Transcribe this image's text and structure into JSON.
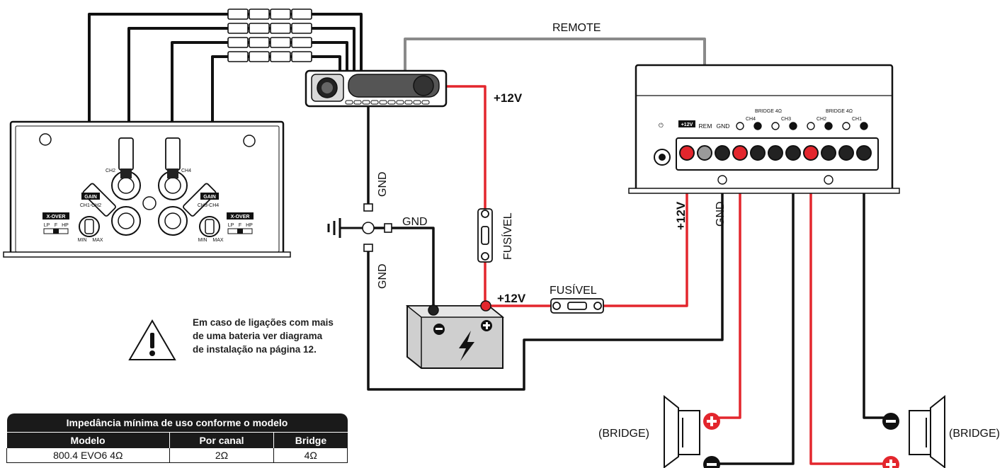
{
  "labels": {
    "remote": "REMOTE",
    "plus12v_a": "+12V",
    "plus12v_b": "+12V",
    "plus12v_c": "+12V",
    "gnd_a": "GND",
    "gnd_b": "GND",
    "gnd_c": "GND",
    "gnd_d": "GND",
    "fusivel_a": "FUSÍVEL",
    "fusivel_b": "FUSÍVEL",
    "bridge_left": "(BRIDGE)",
    "bridge_right": "(BRIDGE)"
  },
  "amp_left": {
    "ch2": "CH2",
    "ch4": "CH4",
    "gain_left": "GAIN",
    "gain_right": "GAIN",
    "ch1_ch2": "CH1-CH2",
    "ch3_ch4": "CH3-CH4",
    "xover_left": "X-OVER",
    "xover_right": "X-OVER",
    "lp": "LP",
    "f": "F",
    "hp": "HP",
    "min": "MIN",
    "max": "MAX"
  },
  "amp_right": {
    "plus12v": "+12V",
    "rem": "REM",
    "gnd": "GND",
    "bridge_a": "BRIDGE 4Ω",
    "bridge_b": "BRIDGE 4Ω",
    "ch4": "CH4",
    "ch3": "CH3",
    "ch2": "CH2",
    "ch1": "CH1"
  },
  "warning": {
    "line1": "Em caso de ligações com mais",
    "line2": "de uma bateria ver diagrama",
    "line3": "de instalação na página 12."
  },
  "table": {
    "caption": "Impedância mínima de uso conforme o modelo",
    "headers": [
      "Modelo",
      "Por canal",
      "Bridge"
    ],
    "rows": [
      [
        "800.4 EVO6  4Ω",
        "2Ω",
        "4Ω"
      ]
    ]
  },
  "colors": {
    "power": "#e3262d",
    "ground": "#111111",
    "remote": "#8a8a8a"
  }
}
